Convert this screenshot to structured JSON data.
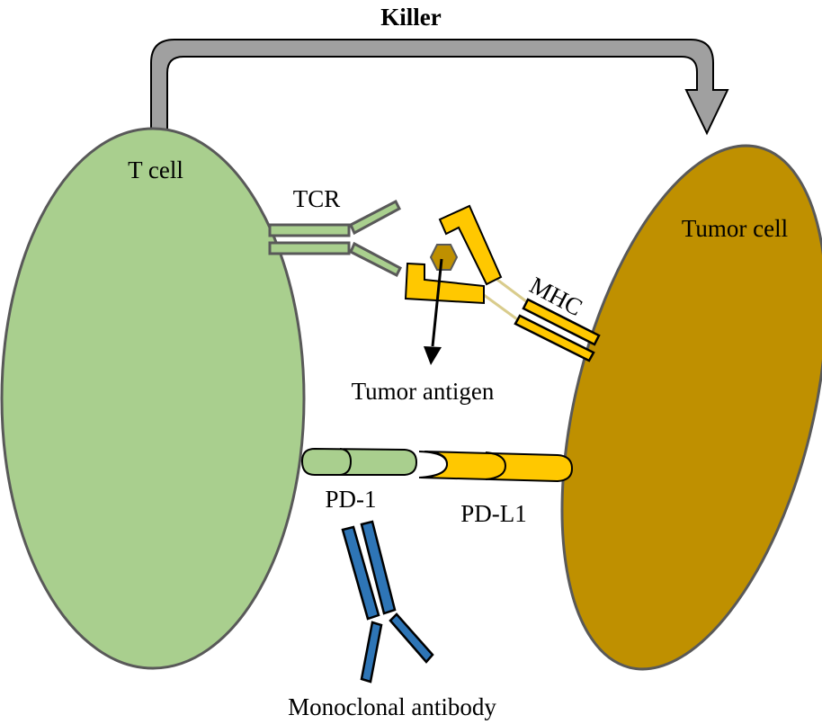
{
  "title": "Killer",
  "labels": {
    "t_cell": "T cell",
    "tumor_cell": "Tumor cell",
    "tcr": "TCR",
    "mhc": "MHC",
    "tumor_antigen": "Tumor antigen",
    "pd1": "PD-1",
    "pdl1": "PD-L1",
    "antibody": "Monoclonal antibody"
  },
  "colors": {
    "t_cell": "#a9cf8e",
    "tumor_cell": "#bf9000",
    "tumor_antigen": "#bf9000",
    "mhc": "#ffc800",
    "pdl1": "#ffc800",
    "antibody": "#2e75b6",
    "killer_arrow": "#a0a0a0",
    "mhc_link": "#d9cc8c",
    "cell_outline": "#595959"
  },
  "icons": {
    "killer_arrow": "curved-arrow-right-down",
    "antigen_pointer": "arrow-down"
  }
}
